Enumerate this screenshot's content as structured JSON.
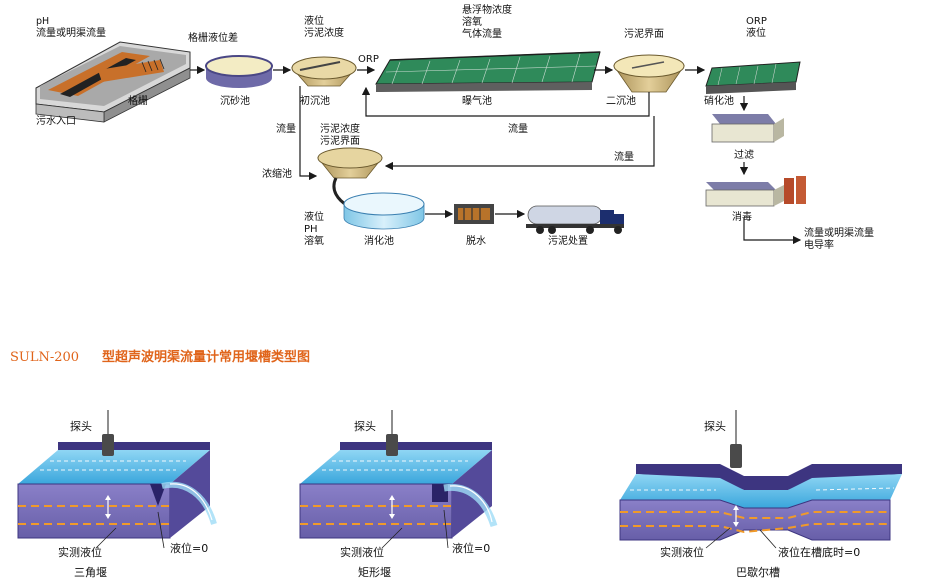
{
  "process": {
    "labels": {
      "ph": "pH",
      "flow_or_channel": "流量或明渠流量",
      "grid_level_diff": "格栅液位差",
      "sewage_inlet": "污水入口",
      "grid": "格栅",
      "grit_chamber": "沉砂池",
      "level": "液位",
      "sludge_conc": "污泥浓度",
      "orp": "ORP",
      "primary_clarifier": "初沉池",
      "ss_conc": "悬浮物浓度",
      "dissolved_oxygen": "溶氧",
      "gas_flow": "气体流量",
      "aeration_tank": "曝气池",
      "sludge_interface": "污泥界面",
      "secondary_clarifier": "二沉池",
      "orp_right": "ORP",
      "level_right": "液位",
      "nitrification_tank": "硝化池",
      "flow_mid": "流量",
      "flow_left": "流量",
      "flow_return": "流量",
      "thk_sludge_conc": "污泥浓度",
      "thk_sludge_interface": "污泥界面",
      "thickener": "浓缩池",
      "dig_level": "液位",
      "dig_ph": "PH",
      "dig_do": "溶氧",
      "digester": "消化池",
      "dewatering": "脱水",
      "sludge_disposal": "污泥处置",
      "filtration": "过滤",
      "disinfection": "消毒",
      "out_flow": "流量或明渠流量",
      "out_conductivity": "电导率"
    }
  },
  "section_title": {
    "model": "SULN-200",
    "text": "型超声波明渠流量计常用堰槽类型图"
  },
  "weirs": [
    {
      "probe": "探头",
      "actual_level": "实测液位",
      "zero_level": "液位=0",
      "name": "三角堰"
    },
    {
      "probe": "探头",
      "actual_level": "实测液位",
      "zero_level": "液位=0",
      "name": "矩形堰"
    },
    {
      "probe": "探头",
      "actual_level": "实测液位",
      "zero_level": "液位在槽底时=0",
      "name": "巴歇尔槽"
    }
  ],
  "colors": {
    "title": "#e0641a",
    "water": "#4fb8e8",
    "channel_wall": "#7d74bd",
    "channel_dark": "#3d3580",
    "tank_tan": "#c9b27c",
    "aeration_green": "#2f8a5a",
    "dashed_level": "#f09a2a"
  }
}
